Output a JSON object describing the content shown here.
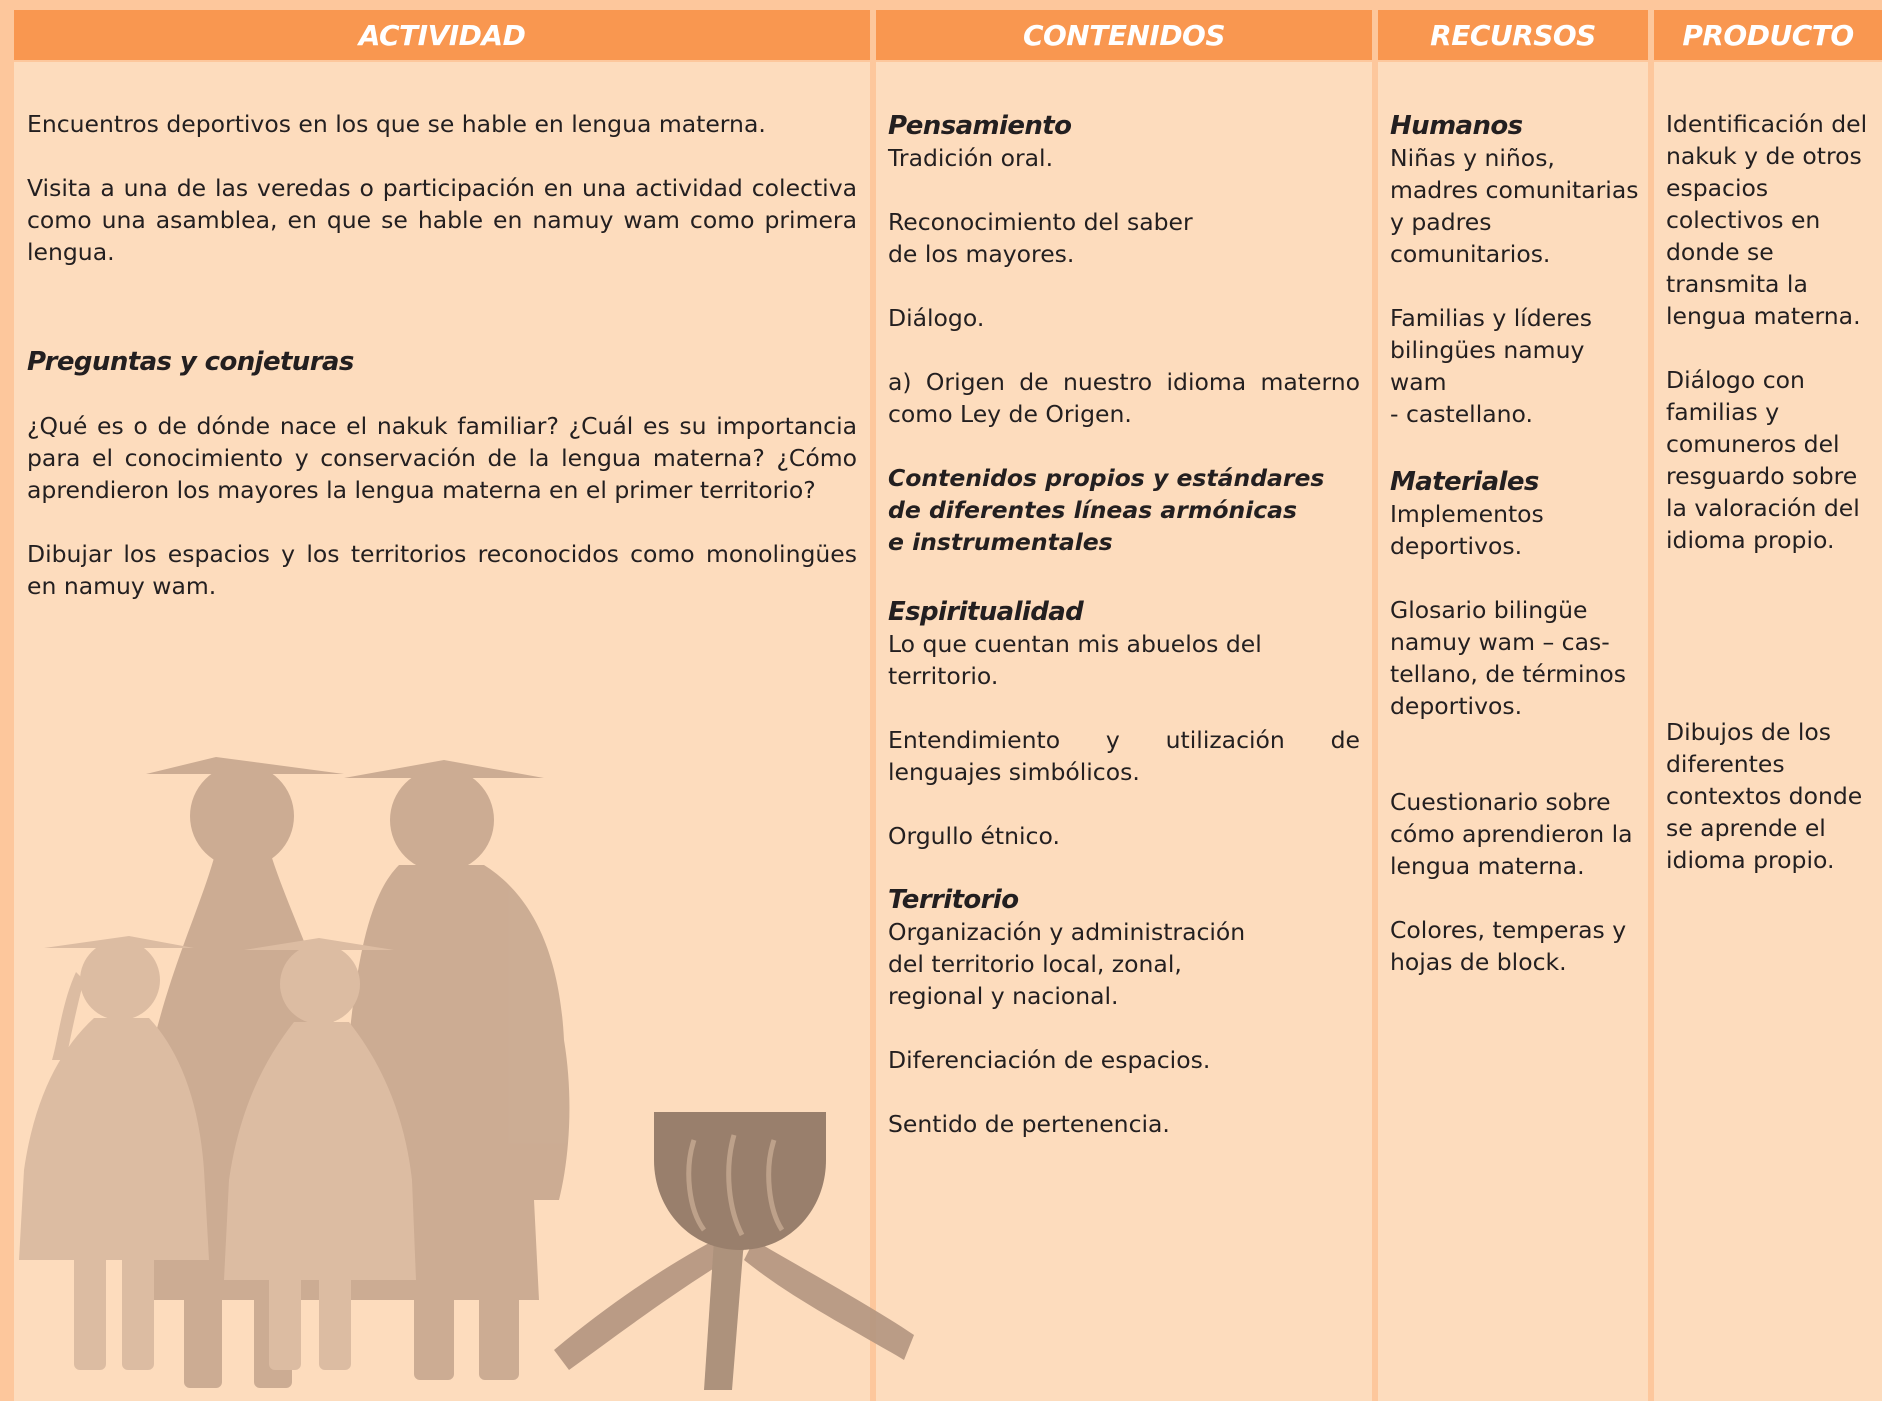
{
  "headers": {
    "actividad": "ACTIVIDAD",
    "contenidos": "CONTENIDOS",
    "recursos": "RECURSOS",
    "producto": "PRODUCTO"
  },
  "actividad": {
    "p1": "Encuentros deportivos en los que se hable en lengua materna.",
    "p2": "Visita a una de las veredas o participación en una actividad colectiva como una asamblea, en que se hable en namuy wam como primera lengua.",
    "heading": "Preguntas y conjeturas",
    "p3": "¿Qué es o de dónde nace el nakuk familiar? ¿Cuál es su importancia para el conocimiento y conservación de la lengua materna?  ¿Cómo aprendieron  los mayores la lengua materna en el primer territorio?",
    "p4": "Dibujar los espacios y los territorios reconocidos  como monolingües en namuy wam."
  },
  "contenidos": {
    "pensamiento": "Pensamiento",
    "p1": "Tradición oral.",
    "p2a": "Reconocimiento del saber",
    "p2b": "de los mayores.",
    "p3": "Diálogo.",
    "p4": "a) Origen de nuestro idioma materno como Ley de Origen.",
    "sub1": "Contenidos propios y estándares",
    "sub2": "de diferentes líneas armónicas",
    "sub3": "e instrumentales",
    "espiritualidad": "Espiritualidad",
    "p5": "Lo que cuentan mis abuelos del territorio.",
    "p6": "Entendimiento y utilización de lenguajes simbólicos.",
    "p7": "Orgullo étnico.",
    "territorio": "Territorio",
    "p8a": "Organización y administración",
    "p8b": "del territorio local, zonal,",
    "p8c": "regional y nacional.",
    "p9": "Diferenciación de espacios.",
    "p10": "Sentido de pertenencia."
  },
  "recursos": {
    "humanos": "Humanos",
    "h1a": "Niñas y niños,",
    "h1b": "madres comunitarias",
    "h1c": "y padres",
    "h1d": "comunitarios.",
    "h2a": "Familias y líderes",
    "h2b": "bilingües namuy wam",
    "h2c": "- castellano.",
    "materiales": "Materiales",
    "m1a": "Implementos",
    "m1b": "deportivos.",
    "m2a": "Glosario  bilingüe",
    "m2b": "namuy wam – cas-",
    "m2c": "tellano, de términos",
    "m2d": "deportivos.",
    "m3a": "Cuestionario sobre",
    "m3b": "cómo aprendieron la",
    "m3c": "lengua materna.",
    "m4a": "Colores, temperas y",
    "m4b": "hojas de block."
  },
  "producto": {
    "a1": "Identificación del",
    "a2": "nakuk y de otros",
    "a3": "espacios",
    "a4": "colectivos en",
    "a5": "donde se",
    "a6": "transmita la",
    "a7": "lengua materna.",
    "b1": "Diálogo con",
    "b2": "familias y",
    "b3": "comuneros del",
    "b4": "resguardo sobre",
    "b5": "la valoración del",
    "b6": "idioma propio.",
    "c1": "Dibujos de los",
    "c2": "diferentes",
    "c3": "contextos donde",
    "c4": "se aprende el",
    "c5": "idioma propio."
  },
  "colors": {
    "header": "#f99750",
    "cell": "#fddcbd",
    "gutter": "#fdc79c",
    "text": "#231f20",
    "silhouette": "#b99a83"
  }
}
